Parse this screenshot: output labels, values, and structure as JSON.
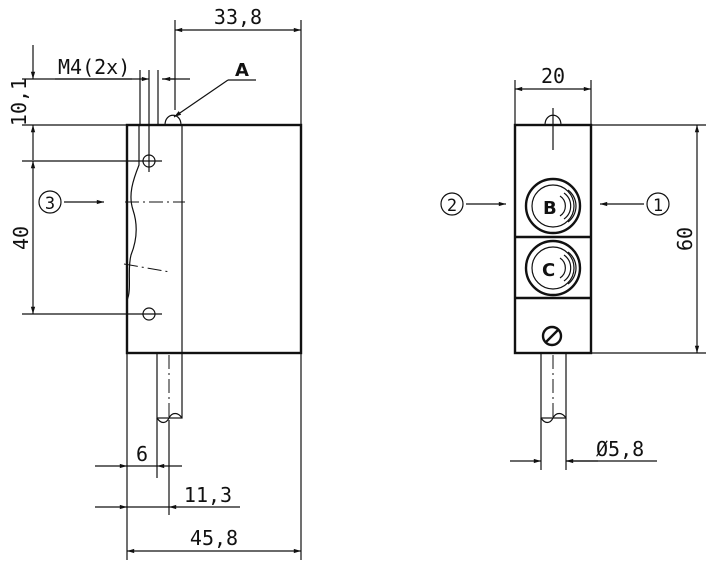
{
  "side_view": {
    "dims": {
      "top_width": "33,8",
      "thread": "M4(2x)",
      "top_offset": "10,1",
      "hole_spacing": "40",
      "cable_offset": "6",
      "cable_pos": "11,3",
      "total_width": "45,8"
    },
    "callout_a": "A",
    "direction_3": "3"
  },
  "front_view": {
    "dims": {
      "width": "20",
      "height": "60",
      "cable_dia": "Ø5,8"
    },
    "led_b": "B",
    "led_c": "C",
    "direction_1": "1",
    "direction_2": "2"
  }
}
